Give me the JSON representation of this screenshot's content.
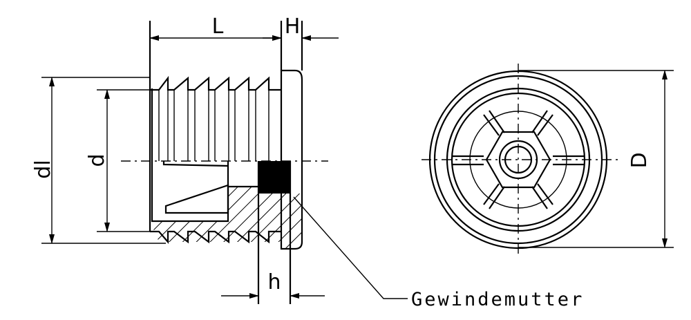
{
  "labels": {
    "length": "L",
    "flange_height": "H",
    "outer_thread_diameter": "dl",
    "inner_diameter": "d",
    "nut_height": "h",
    "flange_diameter": "D",
    "thread_nut": "Gewindemutter"
  }
}
